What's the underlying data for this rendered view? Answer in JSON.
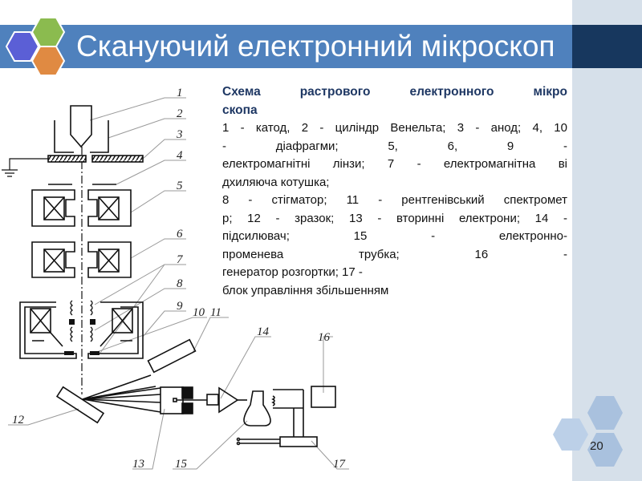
{
  "title": "Сканучий електронний мікроскоп",
  "description": {
    "heading_lines": [
      "Схема растрового електронного мікро",
      "скопа"
    ],
    "lines": [
      "1 - катод, 2 - циліндр Венельта; 3 - анод; 4, 10",
      "- діафрагми;                    5,                 6, 9 -",
      "електромагнітні лінзи; 7 - електромагнітна ві",
      "дхиляюча котушка;",
      "8 - стігматор; 11 - рентгенівський спектромет",
      "р; 12 -  зразок;  13 -  вторинні електрони; 14 -",
      "підсилювач; 15 -                         електронно-",
      "променева трубка;                         16 -",
      "генератор розгортки; 17 -",
      "блок управління збільшенням"
    ]
  },
  "diagram_labels": [
    "1",
    "2",
    "3",
    "4",
    "5",
    "6",
    "7",
    "8",
    "9",
    "10",
    "11",
    "12",
    "13",
    "14",
    "15",
    "16",
    "17"
  ],
  "page_number": "20",
  "colors": {
    "title_bar": "#4f81bd",
    "title_dark": "#17375e",
    "side_strip": "#d6e0ea",
    "hex_blue": "#5b5fd6",
    "hex_green": "#8bbb4f",
    "hex_orange": "#e08a42"
  }
}
